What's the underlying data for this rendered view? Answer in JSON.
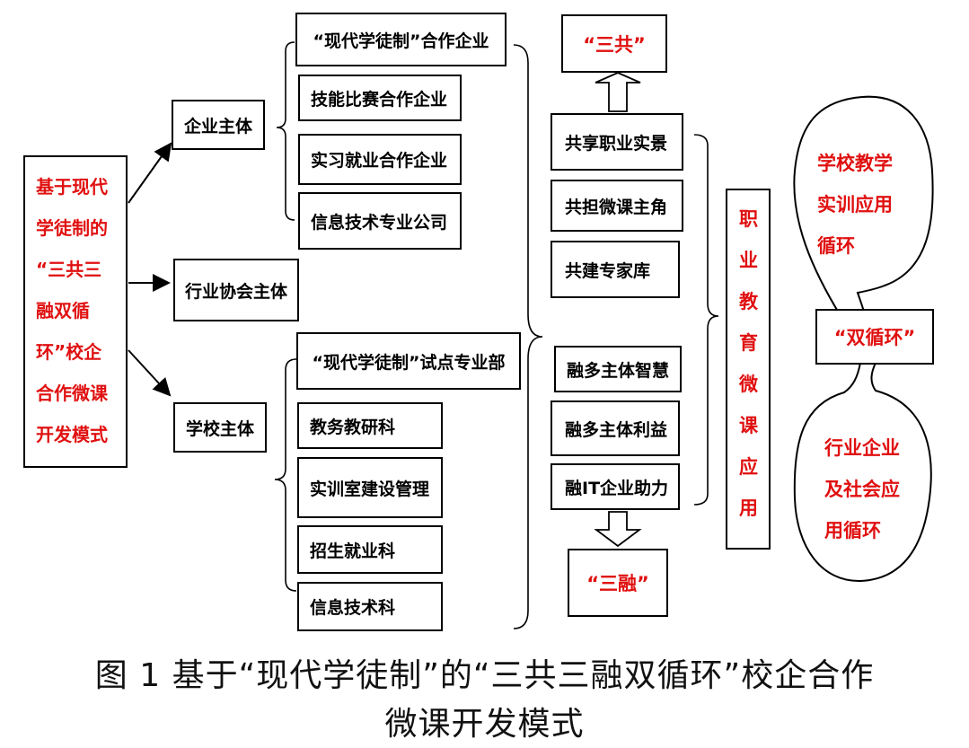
{
  "mode_box": {
    "lines": [
      "基于现代",
      "学徒制的",
      "“三共三",
      "融双循",
      "环”校企",
      "合作微课",
      "开发模式"
    ]
  },
  "enterprise": {
    "label": "企业主体",
    "items": [
      "“现代学徒制”合作企业",
      "技能比赛合作企业",
      "实习就业合作企业",
      "信息技术专业公司"
    ]
  },
  "industry": {
    "label": "行业协会主体"
  },
  "school": {
    "label": "学校主体",
    "items": [
      "“现代学徒制”试点专业部",
      "教务教研科",
      "实训室建设管理",
      "招生就业科",
      "信息技术科"
    ]
  },
  "gong": {
    "items": [
      "共享职业实景",
      "共担微课主角",
      "共建专家库"
    ],
    "result": "“三共”"
  },
  "rong": {
    "items": [
      "融多主体智慧",
      "融多主体利益",
      "融IT企业助力"
    ],
    "result": "“三融”"
  },
  "application": {
    "chars": [
      "职",
      "业",
      "教",
      "育",
      "微",
      "课",
      "应",
      "用"
    ]
  },
  "cycles": {
    "school_cycle": [
      "学校教学",
      "实训应用",
      "循环"
    ],
    "center": "“双循环”",
    "industry_cycle": [
      "行业企业",
      "及社会应",
      "用循环"
    ]
  },
  "caption": {
    "line1": "图 1  基于“现代学徒制”的“三共三融双循环”校企合作",
    "line2": "微课开发模式"
  },
  "colors": {
    "accent": "#e01010",
    "line": "#000000"
  }
}
